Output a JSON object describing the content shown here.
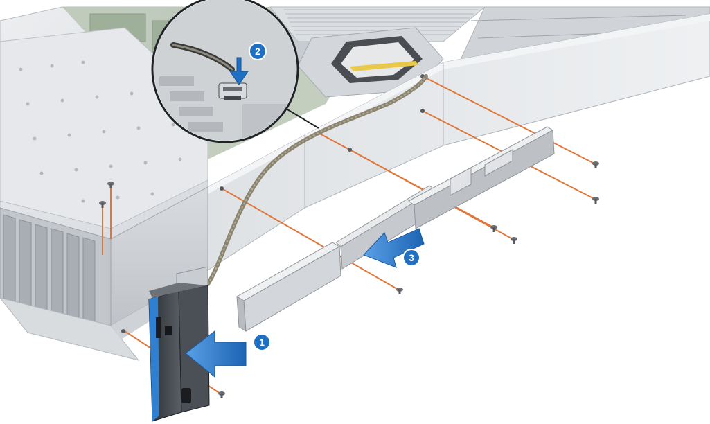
{
  "diagram": {
    "steps": [
      {
        "number": "1",
        "action": "insert-control-panel"
      },
      {
        "number": "2",
        "action": "connect-cable"
      },
      {
        "number": "3",
        "action": "slide-cable-cover"
      }
    ],
    "colors": {
      "chassis_light": "#e4e6e9",
      "chassis_mid": "#c9cdd2",
      "chassis_dark": "#9ea3a9",
      "board_green": "#aebfa9",
      "screw_guide": "#e0773a",
      "arrow_blue": "#1f6fc2",
      "badge_blue": "#1f6fc2",
      "cable": "#8a8470",
      "panel_dark": "#3b3f44",
      "panel_accent": "#2f80d1"
    },
    "icons": [
      "arrow-icon",
      "screw-icon",
      "magnifier-circle"
    ]
  }
}
